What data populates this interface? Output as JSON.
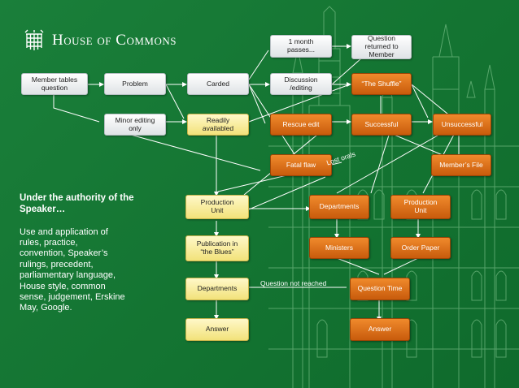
{
  "logo": {
    "text": "House of Commons"
  },
  "boxes": {
    "member_tables": "Member tables\nquestion",
    "problem": "Problem",
    "carded": "Carded",
    "minor_editing": "Minor editing\nonly",
    "readily": "Readily\navailabled",
    "one_month": "1 month\npasses...",
    "discussion": "Discussion\n/editing",
    "question_returned": "Question\nreturned to\nMember",
    "shuffle": "“The Shuffle”",
    "rescue": "Rescue edit",
    "successful": "Successful",
    "unsuccessful": "Unsuccessful",
    "fatal": "Fatal flaw",
    "members_file": "Member’s File",
    "production_left": "Production\nUnit",
    "publication": "Publication in\n“the Blues”",
    "departments_left": "Departments",
    "answer_left": "Answer",
    "departments_right": "Departments",
    "production_right": "Production\nUnit",
    "ministers": "Ministers",
    "order_paper": "Order Paper",
    "question_time": "Question Time",
    "answer_right": "Answer"
  },
  "labels": {
    "lost_orals": "Lost orals",
    "question_not_reached": "Question not reached"
  },
  "side": {
    "heading": "Under the authority of the Speaker…",
    "body": "Use and application of\nrules, practice,\nconvention, Speaker’s\nrulings, precedent,\nparliamentary  language,\nHouse style, common\nsense, judgement, Erskine\nMay, Google."
  },
  "colors": {
    "background": "#157a35",
    "box_white": "#f2f4f5",
    "box_yellow": "#f6e98e",
    "box_orange": "#e0781e",
    "building": "#7fbf8a"
  }
}
